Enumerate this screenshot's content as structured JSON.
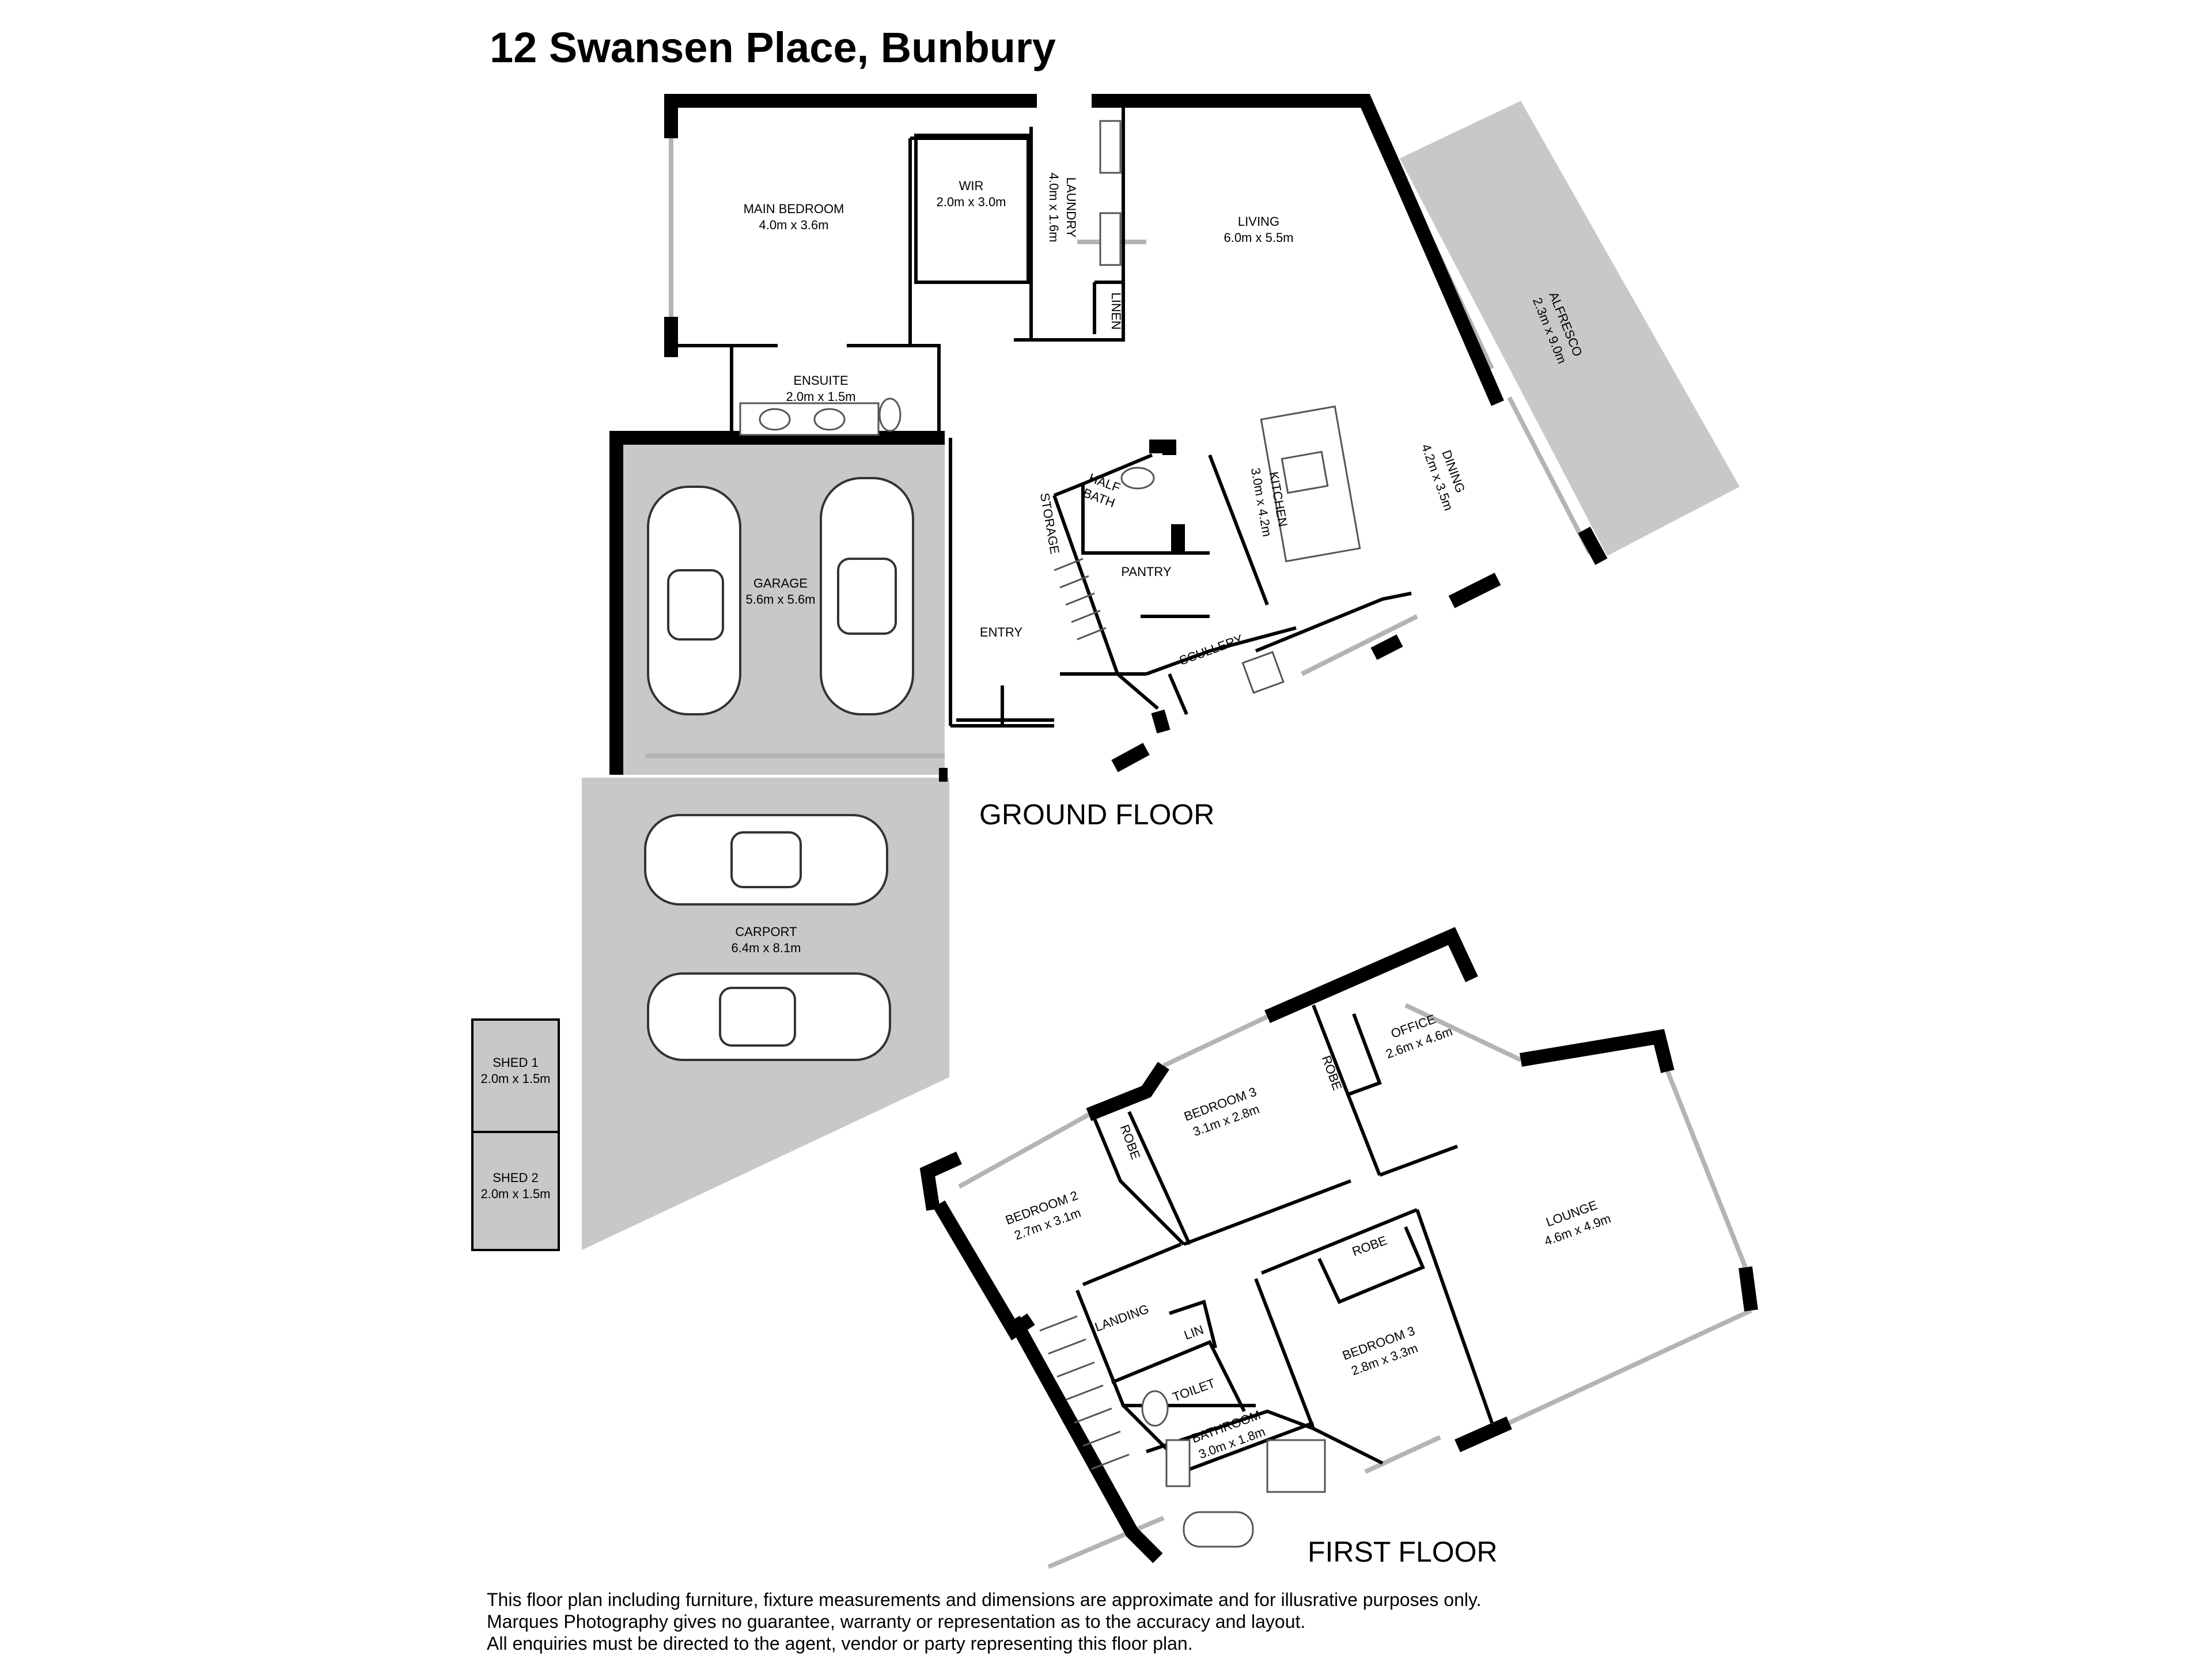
{
  "title": "12 Swansen Place, Bunbury",
  "floors": {
    "ground": "GROUND FLOOR",
    "first": "FIRST FLOOR"
  },
  "rooms": {
    "main_bedroom": {
      "name": "MAIN BEDROOM",
      "size": "4.0m x 3.6m"
    },
    "wir": {
      "name": "WIR",
      "size": "2.0m x 3.0m"
    },
    "laundry": {
      "name": "LAUNDRY",
      "size": "4.0m x 1.6m"
    },
    "linen": {
      "name": "LINEN"
    },
    "living": {
      "name": "LIVING",
      "size": "6.0m x 5.5m"
    },
    "alfresco": {
      "name": "ALFRESCO",
      "size": "2.3m x 9.0m"
    },
    "ensuite": {
      "name": "ENSUITE",
      "size": "2.0m x 1.5m"
    },
    "garage": {
      "name": "GARAGE",
      "size": "5.6m x 5.6m"
    },
    "storage": {
      "name": "STORAGE"
    },
    "half_bath": {
      "name": "HALF BATH",
      "line1": "HALF",
      "line2": "BATH"
    },
    "kitchen": {
      "name": "KITCHEN",
      "size": "3.0m x 4.2m"
    },
    "dining": {
      "name": "DINING",
      "size": "4.2m x 3.5m"
    },
    "pantry": {
      "name": "PANTRY"
    },
    "scullery": {
      "name": "SCULLERY"
    },
    "entry": {
      "name": "ENTRY"
    },
    "carport": {
      "name": "CARPORT",
      "size": "6.4m x 8.1m"
    },
    "shed1": {
      "name": "SHED 1",
      "size": "2.0m x 1.5m"
    },
    "shed2": {
      "name": "SHED 2",
      "size": "2.0m x 1.5m"
    },
    "office": {
      "name": "OFFICE",
      "size": "2.6m x 4.6m"
    },
    "robe_office": {
      "name": "ROBE"
    },
    "bedroom3_upper": {
      "name": "BEDROOM 3",
      "size": "3.1m x 2.8m"
    },
    "robe_bed2": {
      "name": "ROBE"
    },
    "bedroom2": {
      "name": "BEDROOM 2",
      "size": "2.7m x 3.1m"
    },
    "lounge": {
      "name": "LOUNGE",
      "size": "4.6m x 4.9m"
    },
    "robe_bed3": {
      "name": "ROBE"
    },
    "bedroom3_lower": {
      "name": "BEDROOM 3",
      "size": "2.8m x 3.3m"
    },
    "landing": {
      "name": "LANDING"
    },
    "lin": {
      "name": "LIN"
    },
    "toilet": {
      "name": "TOILET"
    },
    "bathroom": {
      "name": "BATHROOM",
      "size": "3.0m x 1.8m"
    }
  },
  "disclaimer": [
    "This floor plan including furniture, fixture measurements and dimensions are approximate and for illusrative purposes only.",
    "Marques Photography gives no guarantee, warranty or representation as to the accuracy and layout.",
    "All enquiries must be directed to the agent, vendor or party representing this floor plan."
  ],
  "colors": {
    "wall": "#000000",
    "outdoor": "#c8c8c8",
    "window": "#b4b4b4",
    "fixture": "#555555"
  }
}
